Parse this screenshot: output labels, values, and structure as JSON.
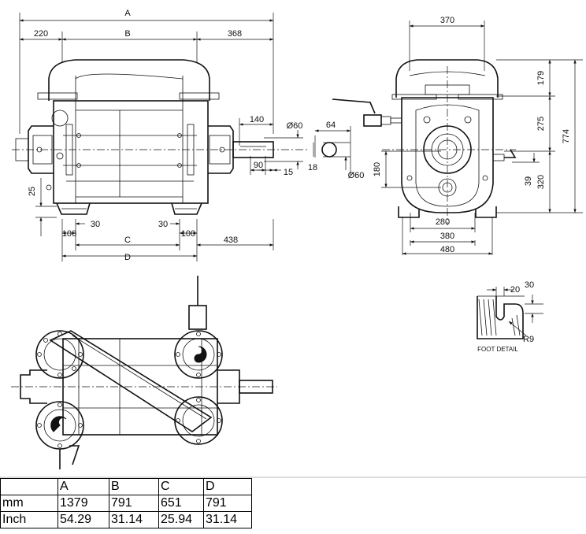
{
  "drawing": {
    "side_view": {
      "dims": {
        "A": "A",
        "B": "B",
        "C": "C",
        "D": "D",
        "d220": "220",
        "d368": "368",
        "d140": "140",
        "d60": "Ø60",
        "d90": "90",
        "d15": "15",
        "d25": "25",
        "d100l": "100",
        "d30l": "30",
        "d30r": "30",
        "d100r": "100",
        "d438": "438"
      }
    },
    "key_detail": {
      "d64": "64",
      "d18": "18",
      "d60": "Ø60"
    },
    "end_view": {
      "dims": {
        "d370": "370",
        "d179": "179",
        "d275": "275",
        "d774": "774",
        "d180": "180",
        "d39": "39",
        "d320": "320",
        "d280": "280",
        "d380": "380",
        "d480": "480"
      }
    },
    "foot_detail": {
      "d20": "20",
      "d30": "30",
      "r9": "R9",
      "caption": "FOOT DETAIL"
    }
  },
  "table": {
    "headers": [
      "",
      "A",
      "B",
      "C",
      "D"
    ],
    "rows": [
      {
        "label": "mm",
        "values": [
          "1379",
          "791",
          "651",
          "791"
        ]
      },
      {
        "label": "Inch",
        "values": [
          "54.29",
          "31.14",
          "25.94",
          "31.14"
        ]
      }
    ]
  }
}
